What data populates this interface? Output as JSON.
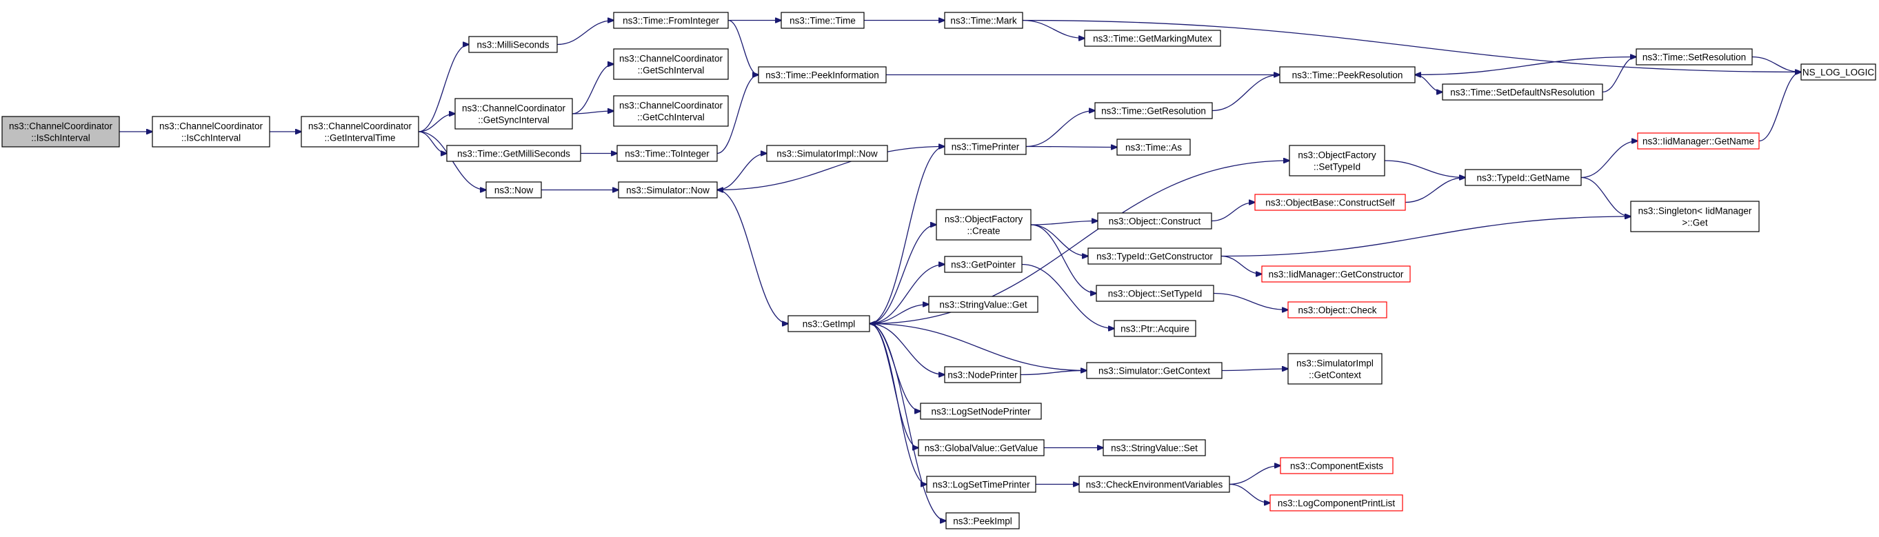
{
  "colors": {
    "edge": "#191970",
    "node_border": "#000000",
    "truncated_border": "#ff0000",
    "root_fill": "#bfbfbf",
    "background": "#ffffff"
  },
  "nodes": [
    {
      "id": "issch",
      "lines": [
        "ns3::ChannelCoordinator",
        "::IsSchInterval"
      ],
      "style": "root"
    },
    {
      "id": "iscch",
      "lines": [
        "ns3::ChannelCoordinator",
        "::IsCchInterval"
      ]
    },
    {
      "id": "getinterval",
      "lines": [
        "ns3::ChannelCoordinator",
        "::GetIntervalTime"
      ]
    },
    {
      "id": "millis",
      "lines": [
        "ns3::MilliSeconds"
      ]
    },
    {
      "id": "getsync",
      "lines": [
        "ns3::ChannelCoordinator",
        "::GetSyncInterval"
      ]
    },
    {
      "id": "getmilli",
      "lines": [
        "ns3::Time::GetMilliSeconds"
      ]
    },
    {
      "id": "now",
      "lines": [
        "ns3::Now"
      ]
    },
    {
      "id": "fromint",
      "lines": [
        "ns3::Time::FromInteger"
      ]
    },
    {
      "id": "getsch",
      "lines": [
        "ns3::ChannelCoordinator",
        "::GetSchInterval"
      ]
    },
    {
      "id": "getcch",
      "lines": [
        "ns3::ChannelCoordinator",
        "::GetCchInterval"
      ]
    },
    {
      "id": "toint",
      "lines": [
        "ns3::Time::ToInteger"
      ]
    },
    {
      "id": "simnow",
      "lines": [
        "ns3::Simulator::Now"
      ]
    },
    {
      "id": "timetime",
      "lines": [
        "ns3::Time::Time"
      ]
    },
    {
      "id": "peekinfo",
      "lines": [
        "ns3::Time::PeekInformation"
      ]
    },
    {
      "id": "simimplnow",
      "lines": [
        "ns3::SimulatorImpl::Now"
      ]
    },
    {
      "id": "getimpl",
      "lines": [
        "ns3::GetImpl"
      ]
    },
    {
      "id": "mark",
      "lines": [
        "ns3::Time::Mark"
      ]
    },
    {
      "id": "markmutex",
      "lines": [
        "ns3::Time::GetMarkingMutex"
      ]
    },
    {
      "id": "timeprinter",
      "lines": [
        "ns3::TimePrinter"
      ]
    },
    {
      "id": "ofcreate",
      "lines": [
        "ns3::ObjectFactory",
        "::Create"
      ]
    },
    {
      "id": "getpointer",
      "lines": [
        "ns3::GetPointer"
      ]
    },
    {
      "id": "strget",
      "lines": [
        "ns3::StringValue::Get"
      ]
    },
    {
      "id": "nodeprinter",
      "lines": [
        "ns3::NodePrinter"
      ]
    },
    {
      "id": "logsetnode",
      "lines": [
        "ns3::LogSetNodePrinter"
      ]
    },
    {
      "id": "gvget",
      "lines": [
        "ns3::GlobalValue::GetValue"
      ]
    },
    {
      "id": "logsettime",
      "lines": [
        "ns3::LogSetTimePrinter"
      ]
    },
    {
      "id": "peekimpl",
      "lines": [
        "ns3::PeekImpl"
      ]
    },
    {
      "id": "getres",
      "lines": [
        "ns3::Time::GetResolution"
      ]
    },
    {
      "id": "timeas",
      "lines": [
        "ns3::Time::As"
      ]
    },
    {
      "id": "objconstruct",
      "lines": [
        "ns3::Object::Construct"
      ]
    },
    {
      "id": "tidgetctor",
      "lines": [
        "ns3::TypeId::GetConstructor"
      ]
    },
    {
      "id": "objsettid",
      "lines": [
        "ns3::Object::SetTypeId"
      ]
    },
    {
      "id": "ptracquire",
      "lines": [
        "ns3::Ptr::Acquire"
      ]
    },
    {
      "id": "simgetctx",
      "lines": [
        "ns3::Simulator::GetContext"
      ]
    },
    {
      "id": "strset",
      "lines": [
        "ns3::StringValue::Set"
      ]
    },
    {
      "id": "checkenv",
      "lines": [
        "ns3::CheckEnvironmentVariables"
      ]
    },
    {
      "id": "peekres",
      "lines": [
        "ns3::Time::PeekResolution"
      ]
    },
    {
      "id": "ofsettid",
      "lines": [
        "ns3::ObjectFactory",
        "::SetTypeId"
      ]
    },
    {
      "id": "constructself",
      "lines": [
        "ns3::ObjectBase::ConstructSelf"
      ],
      "style": "truncated"
    },
    {
      "id": "iidgetctor",
      "lines": [
        "ns3::IidManager::GetConstructor"
      ],
      "style": "truncated"
    },
    {
      "id": "objcheck",
      "lines": [
        "ns3::Object::Check"
      ],
      "style": "truncated"
    },
    {
      "id": "simimplctx",
      "lines": [
        "ns3::SimulatorImpl",
        "::GetContext"
      ]
    },
    {
      "id": "compexists",
      "lines": [
        "ns3::ComponentExists"
      ],
      "style": "truncated"
    },
    {
      "id": "logcomplist",
      "lines": [
        "ns3::LogComponentPrintList"
      ],
      "style": "truncated"
    },
    {
      "id": "setdefns",
      "lines": [
        "ns3::Time::SetDefaultNsResolution"
      ]
    },
    {
      "id": "tidgetname",
      "lines": [
        "ns3::TypeId::GetName"
      ]
    },
    {
      "id": "setres",
      "lines": [
        "ns3::Time::SetResolution"
      ]
    },
    {
      "id": "iidgetname",
      "lines": [
        "ns3::IidManager::GetName"
      ],
      "style": "truncated"
    },
    {
      "id": "singleton",
      "lines": [
        "ns3::Singleton< IidManager",
        " >::Get"
      ]
    },
    {
      "id": "nslog",
      "lines": [
        "NS_LOG_LOGIC"
      ]
    }
  ],
  "edges": [
    [
      "issch",
      "iscch"
    ],
    [
      "iscch",
      "getinterval"
    ],
    [
      "getinterval",
      "millis"
    ],
    [
      "getinterval",
      "getsync"
    ],
    [
      "getinterval",
      "getmilli"
    ],
    [
      "getinterval",
      "now"
    ],
    [
      "millis",
      "fromint"
    ],
    [
      "fromint",
      "timetime"
    ],
    [
      "fromint",
      "peekinfo"
    ],
    [
      "timetime",
      "mark"
    ],
    [
      "mark",
      "markmutex"
    ],
    [
      "mark",
      "nslog"
    ],
    [
      "getsync",
      "getsch"
    ],
    [
      "getsync",
      "getcch"
    ],
    [
      "getmilli",
      "toint"
    ],
    [
      "toint",
      "peekinfo"
    ],
    [
      "peekinfo",
      "peekres"
    ],
    [
      "now",
      "simnow"
    ],
    [
      "simnow",
      "simimplnow"
    ],
    [
      "simnow",
      "getimpl"
    ],
    [
      "getimpl",
      "timeprinter"
    ],
    [
      "getimpl",
      "ofcreate"
    ],
    [
      "getimpl",
      "getpointer"
    ],
    [
      "getimpl",
      "strget"
    ],
    [
      "getimpl",
      "nodeprinter"
    ],
    [
      "getimpl",
      "logsetnode"
    ],
    [
      "getimpl",
      "gvget"
    ],
    [
      "getimpl",
      "logsettime"
    ],
    [
      "getimpl",
      "peekimpl"
    ],
    [
      "getimpl",
      "ofsettid"
    ],
    [
      "timeprinter",
      "simnow"
    ],
    [
      "timeprinter",
      "getres"
    ],
    [
      "timeprinter",
      "timeas"
    ],
    [
      "getres",
      "peekres"
    ],
    [
      "peekres",
      "setdefns"
    ],
    [
      "setdefns",
      "setres"
    ],
    [
      "setres",
      "peekres"
    ],
    [
      "setres",
      "nslog"
    ],
    [
      "ofcreate",
      "objconstruct"
    ],
    [
      "ofcreate",
      "tidgetctor"
    ],
    [
      "ofcreate",
      "objsettid"
    ],
    [
      "objconstruct",
      "constructself"
    ],
    [
      "constructself",
      "tidgetname"
    ],
    [
      "tidgetctor",
      "iidgetctor"
    ],
    [
      "tidgetctor",
      "singleton"
    ],
    [
      "objsettid",
      "objcheck"
    ],
    [
      "getpointer",
      "ptracquire"
    ],
    [
      "nodeprinter",
      "simgetctx"
    ],
    [
      "simgetctx",
      "simimplctx"
    ],
    [
      "simgetctx",
      "getimpl"
    ],
    [
      "gvget",
      "strset"
    ],
    [
      "logsettime",
      "checkenv"
    ],
    [
      "checkenv",
      "compexists"
    ],
    [
      "checkenv",
      "logcomplist"
    ],
    [
      "ofsettid",
      "tidgetname"
    ],
    [
      "tidgetname",
      "iidgetname"
    ],
    [
      "tidgetname",
      "singleton"
    ],
    [
      "iidgetname",
      "nslog"
    ]
  ]
}
